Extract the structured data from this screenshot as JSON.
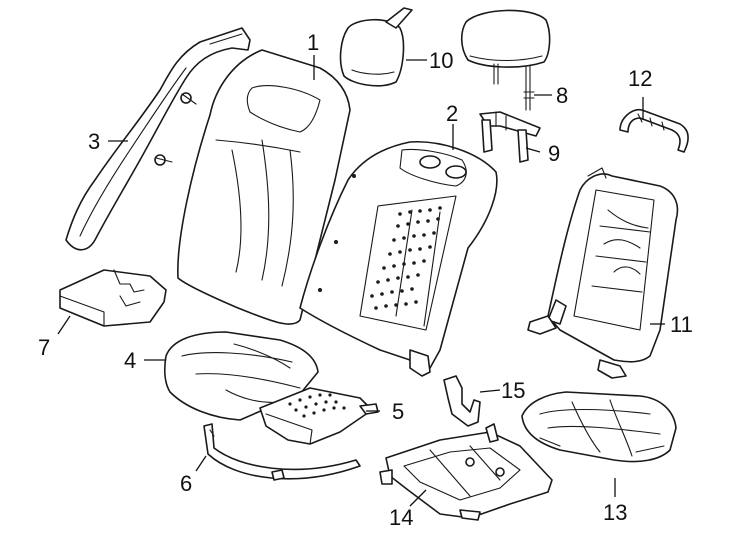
{
  "diagram": {
    "callouts": [
      {
        "id": "1",
        "label": "1"
      },
      {
        "id": "2",
        "label": "2"
      },
      {
        "id": "3",
        "label": "3"
      },
      {
        "id": "4",
        "label": "4"
      },
      {
        "id": "5",
        "label": "5"
      },
      {
        "id": "6",
        "label": "6"
      },
      {
        "id": "7",
        "label": "7"
      },
      {
        "id": "8",
        "label": "8"
      },
      {
        "id": "9",
        "label": "9"
      },
      {
        "id": "10",
        "label": "10"
      },
      {
        "id": "11",
        "label": "11"
      },
      {
        "id": "12",
        "label": "12"
      },
      {
        "id": "13",
        "label": "13"
      },
      {
        "id": "14",
        "label": "14"
      },
      {
        "id": "15",
        "label": "15"
      }
    ]
  },
  "colors": {
    "line": "#1a1a1a",
    "background": "#ffffff"
  }
}
